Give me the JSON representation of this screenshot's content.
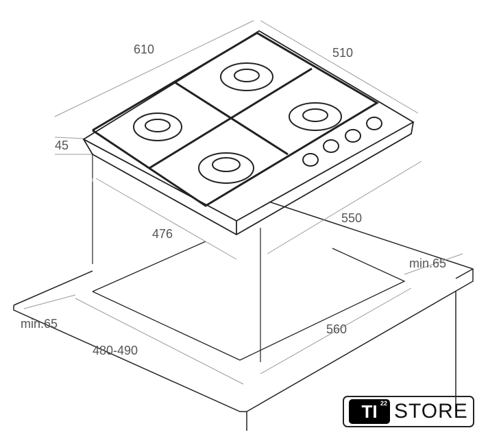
{
  "dimensions": {
    "width": "610",
    "depth": "510",
    "height": "45",
    "cutout_depth_inner": "476",
    "cutout_width_inner": "550",
    "min_back": "min.65",
    "min_front": "min.65",
    "cutout_width": "560",
    "cutout_depth": "480-490"
  },
  "logo": {
    "main": "TI",
    "superscript": "22",
    "text": "STORE"
  },
  "colors": {
    "line": "#222222",
    "dim_line": "#888888",
    "text": "#555555"
  }
}
